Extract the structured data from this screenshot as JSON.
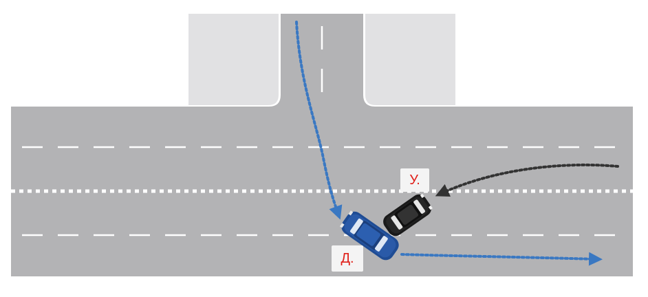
{
  "labels": {
    "vehicle_u": "У.",
    "vehicle_d": "Д."
  },
  "colors": {
    "background": "#ffffff",
    "road": "#b3b3b5",
    "sidewalk_block": "#e1e1e3",
    "lane_marking": "#ffffff",
    "blue_car": "#1f4c94",
    "black_car": "#1a1a1a",
    "blue_path": "#3a78c2",
    "black_path": "#333333",
    "label_text": "#e0201a",
    "label_bg": "#f4f4f4"
  },
  "vehicles": [
    {
      "id": "vehicle_d",
      "color": "blue",
      "icon": "sedan-icon"
    },
    {
      "id": "vehicle_u",
      "color": "black",
      "icon": "hatchback-icon"
    }
  ],
  "paths": [
    {
      "vehicle": "vehicle_d",
      "style": "dotted",
      "description_icon": "dotted-arrow-icon"
    },
    {
      "vehicle": "vehicle_u",
      "style": "dotted",
      "description_icon": "dotted-arrow-icon"
    }
  ]
}
